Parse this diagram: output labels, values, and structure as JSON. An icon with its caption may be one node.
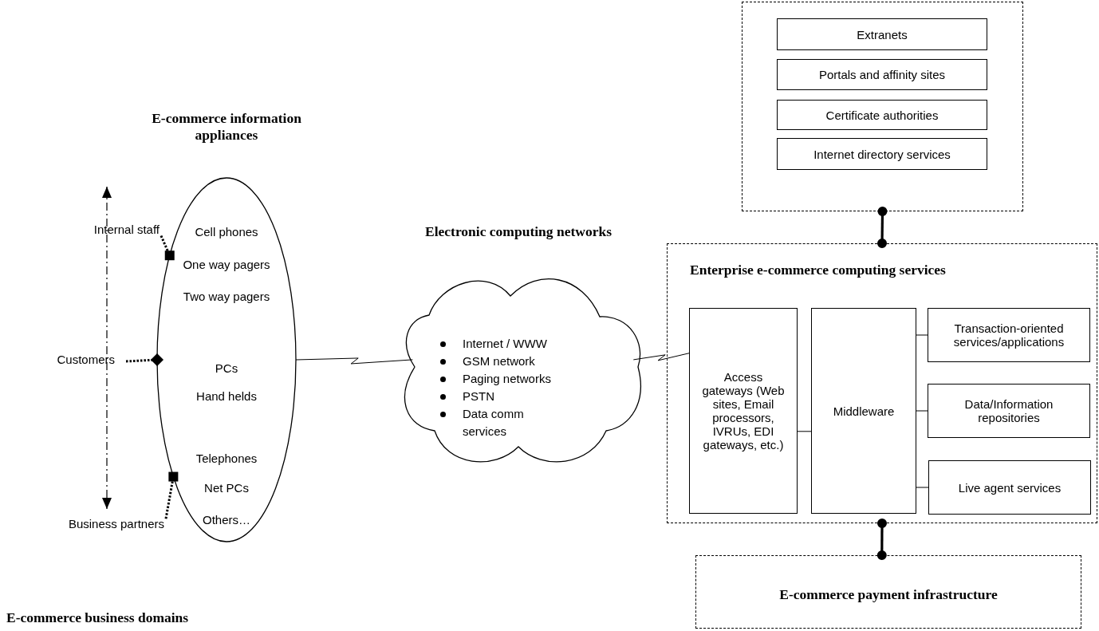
{
  "diagram": {
    "nodes": [
      {
        "text": [],
        "shape": "box"
      },
      {
        "text": [
          "Extranets"
        ],
        "in": 0
      },
      {
        "text": [
          "Portals and affinity sites"
        ],
        "in": 0
      },
      {
        "text": [
          "Certificate authorities"
        ],
        "in": 0
      },
      {
        "text": [
          "Internet directory services"
        ],
        "in": 0
      },
      {
        "text": [
          "E-commerce information appliances",
          "Cell phones",
          "One way pagers",
          "Two way pagers",
          "PCs",
          "Hand helds",
          "Telephones",
          "Net PCs",
          "Others…"
        ]
      },
      {
        "text": [
          "Internal staff"
        ]
      },
      {
        "text": [
          "Customers"
        ]
      },
      {
        "text": [
          "Business partners"
        ]
      },
      {
        "text": [
          "Electronic computing networks",
          "Internet / WWW",
          "GSM network",
          "Paging networks",
          "PSTN",
          "Data comm services"
        ]
      },
      {
        "text": [
          "Enterprise e-commerce computing services"
        ]
      },
      {
        "text": [
          "Access gateways (Web sites, Email processors, IVRUs, EDI gateways, etc.)"
        ],
        "in": 10
      },
      {
        "text": [
          "Middleware"
        ],
        "in": 10
      },
      {
        "text": [
          "Transaction-oriented services/applications"
        ],
        "in": 10
      },
      {
        "text": [
          "Data/Information repositories"
        ],
        "in": 10
      },
      {
        "text": [
          "Live agent services"
        ],
        "in": 10
      },
      {
        "text": [
          "E-commerce payment infrastructure"
        ]
      }
    ],
    "edges": [
      {
        "from": 6,
        "to": 5,
        "arrow": "other",
        "style": "dashed"
      },
      {
        "from": 7,
        "to": 5,
        "arrow": "other",
        "style": "dashed"
      },
      {
        "from": 8,
        "to": 5,
        "arrow": "other",
        "style": "dashed"
      },
      {
        "from": 5,
        "to": 9,
        "arrow": "none"
      },
      {
        "from": 9,
        "to": 11,
        "arrow": "none"
      },
      {
        "from": 11,
        "to": 12,
        "arrow": "none"
      },
      {
        "from": 12,
        "to": 13,
        "arrow": "none"
      },
      {
        "from": 12,
        "to": 14,
        "arrow": "none"
      },
      {
        "from": 12,
        "to": 15,
        "arrow": "none"
      },
      {
        "from": 0,
        "to": 10,
        "arrow": "other",
        "style": "thick"
      },
      {
        "from": 10,
        "to": 16,
        "arrow": "other",
        "style": "thick"
      }
    ],
    "labels": [
      "E-commerce business domains"
    ]
  }
}
